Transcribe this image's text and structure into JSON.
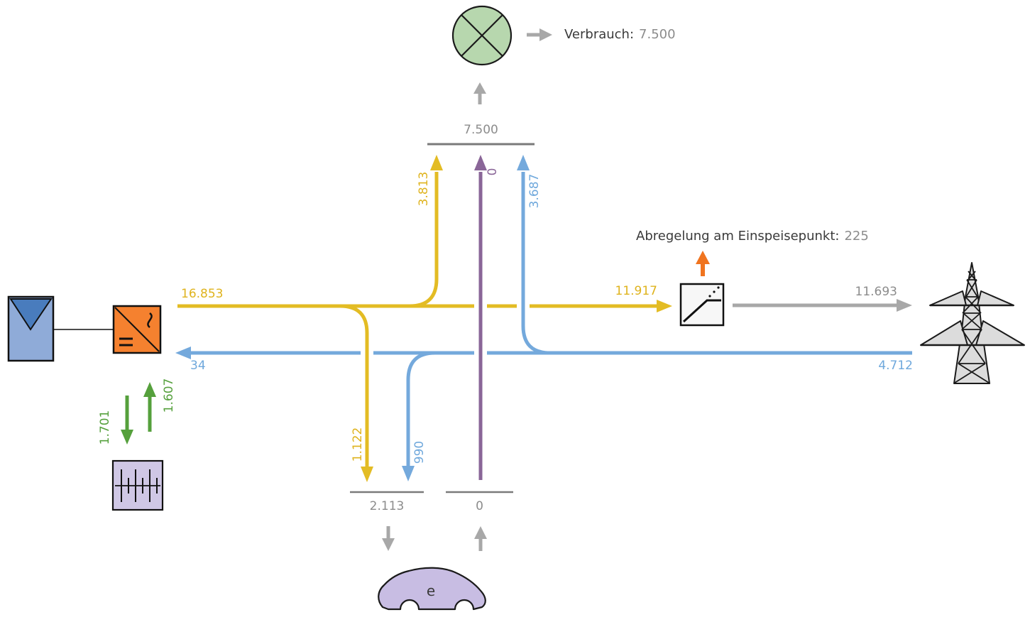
{
  "labels": {
    "verbrauch_title": "Verbrauch:",
    "verbrauch_value": "7.500",
    "consumption_bus_total": "7.500",
    "pv_generation": "16.853",
    "pv_to_consumption": "3.813",
    "ev_to_consumption": "0",
    "grid_to_consumption": "3.687",
    "abregelung_title": "Abregelung am Einspeisepunkt:",
    "abregelung_value": "225",
    "feed_in_before_limit": "11.917",
    "feed_in_after_limit": "11.693",
    "grid_import": "4.712",
    "grid_to_inverter": "34",
    "pv_to_ev": "1.122",
    "grid_to_ev": "990",
    "battery_charge": "1.701",
    "battery_discharge": "1.607",
    "ev_charge_bus_total": "2.113",
    "ev_discharge_bus_total": "0",
    "ev_badge": "e"
  },
  "colors": {
    "pv_flow": "#e3bc24",
    "grid_flow": "#74a9dc",
    "ev_flow": "#8a6698",
    "battery_flow": "#55a03c",
    "curtailment": "#f0741f",
    "neutral_flow": "#a8a8a8",
    "bus_bar": "#7a7a7a",
    "text_dark": "#3a3a3a",
    "text_gray": "#8c8c8c",
    "consumption_fill": "#b7d7ae",
    "solar_panel_fill": "#8fabd8",
    "inverter_fill": "#f5812f",
    "battery_fill": "#cfc7e5",
    "ev_fill": "#c8bde3",
    "tower_fill": "#dcdcdc"
  },
  "icons": {
    "consumption": "circle-cross",
    "solar_panel": "pv-module",
    "inverter": "dc-ac-converter-box",
    "battery": "battery-cells",
    "grid": "transmission-tower",
    "ev": "car-silhouette",
    "curtailment": "limiter-curve-box"
  }
}
